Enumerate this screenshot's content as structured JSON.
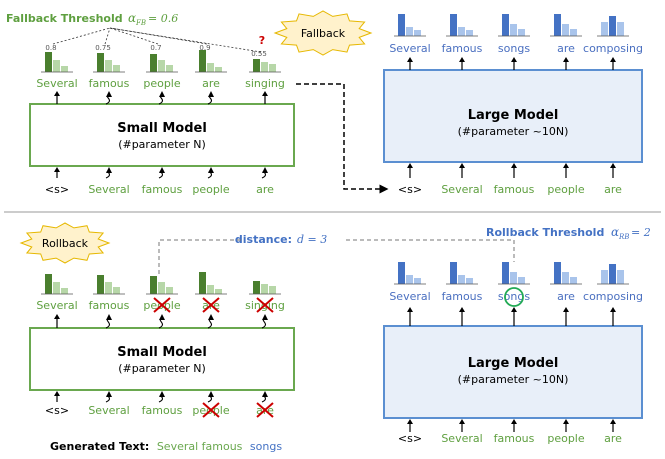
{
  "colors": {
    "green": "#6aa84f",
    "green_dark": "#4a7f2e",
    "green_light": "#b7d7a8",
    "green_text": "#5e9f3f",
    "blue": "#4472c4",
    "blue_light": "#a9c4eb",
    "blue_text": "#4a6fc0",
    "box_blue_fill": "#e8eff9",
    "box_blue_stroke": "#5b8fd1",
    "box_green_stroke": "#6aa84f",
    "red": "#cc0000",
    "burst_fill": "#fff2cc",
    "burst_stroke": "#e6b800",
    "circle_green": "#22aa55"
  },
  "top": {
    "fallback_threshold_label": "Fallback Threshold",
    "fallback_threshold_symbol": "α",
    "fallback_threshold_sub": "FB",
    "fallback_threshold_value": "= 0.6",
    "fallback_burst": "Fallback",
    "question_mark": "?",
    "small_model": {
      "title": "Small Model",
      "subtitle": "(#parameter N)",
      "outputs": [
        "Several",
        "famous",
        "people",
        "are",
        "singing"
      ],
      "inputs": [
        "<s>",
        "Several",
        "famous",
        "people",
        "are"
      ],
      "confidences": [
        "0.8",
        "0.75",
        "0.7",
        "0.9",
        "0.55"
      ]
    },
    "large_model": {
      "title": "Large Model",
      "subtitle": "(#parameter ~10N)",
      "outputs": [
        "Several",
        "famous",
        "songs",
        "are",
        "composing"
      ],
      "inputs": [
        "<s>",
        "Several",
        "famous",
        "people",
        "are"
      ]
    }
  },
  "bottom": {
    "rollback_burst": "Rollback",
    "distance_label": "distance:",
    "distance_value": "d = 3",
    "rollback_threshold_label": "Rollback Threshold",
    "rollback_threshold_symbol": "α",
    "rollback_threshold_sub": "RB",
    "rollback_threshold_value": "= 2",
    "small_model": {
      "title": "Small Model",
      "subtitle": "(#parameter N)",
      "outputs": [
        "Several",
        "famous",
        "people",
        "are",
        "singing"
      ],
      "inputs": [
        "<s>",
        "Several",
        "famous",
        "people",
        "are"
      ]
    },
    "large_model": {
      "title": "Large Model",
      "subtitle": "(#parameter ~10N)",
      "outputs": [
        "Several",
        "famous",
        "songs",
        "are",
        "composing"
      ],
      "inputs": [
        "<s>",
        "Several",
        "famous",
        "people",
        "are"
      ]
    },
    "generated_label": "Generated Text:",
    "generated_green": "Several famous",
    "generated_blue": "songs"
  }
}
